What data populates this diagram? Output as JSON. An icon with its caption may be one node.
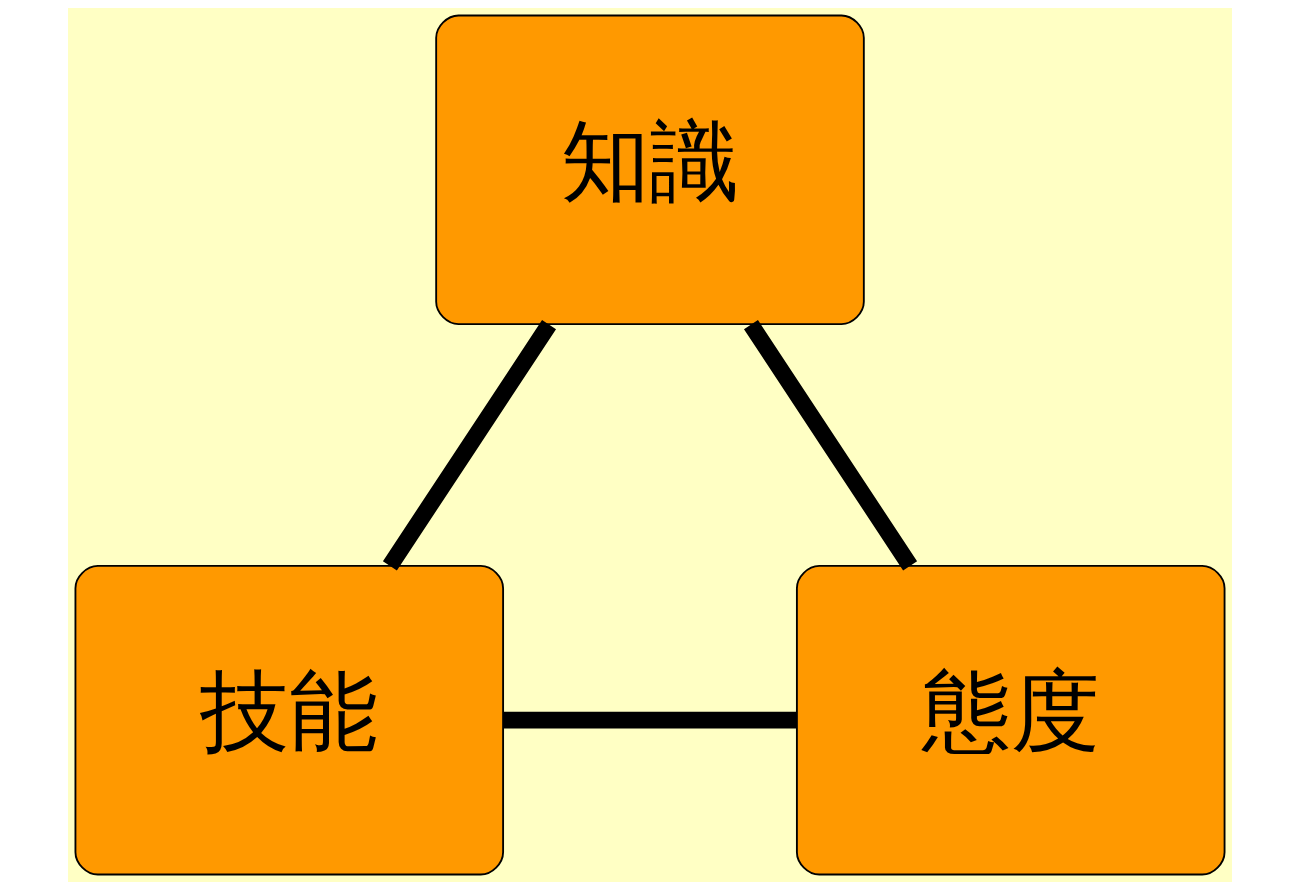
{
  "diagram": {
    "nodes": [
      {
        "text": [
          "知識"
        ]
      },
      {
        "text": [
          "技能"
        ]
      },
      {
        "text": [
          "態度"
        ]
      }
    ],
    "edges": [
      {
        "from": 0,
        "to": 1,
        "arrow": "none"
      },
      {
        "from": 0,
        "to": 2,
        "arrow": "none"
      },
      {
        "from": 1,
        "to": 2,
        "arrow": "none"
      }
    ]
  }
}
